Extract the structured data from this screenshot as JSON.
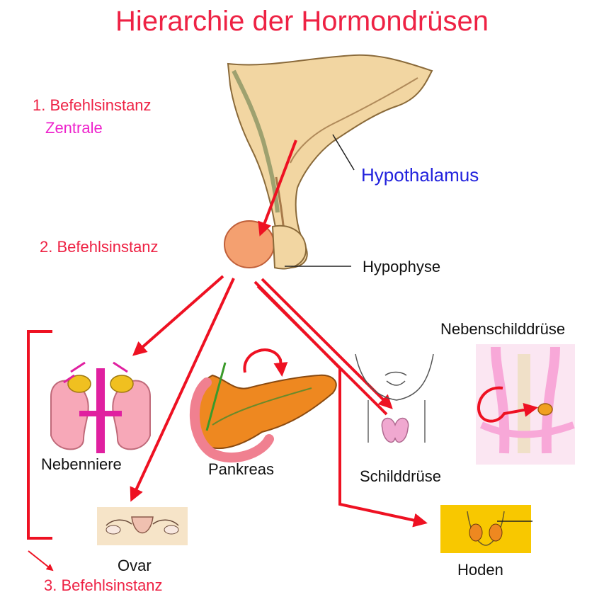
{
  "title": "Hierarchie der Hormondrüsen",
  "levels": {
    "first": "1. Befehlsinstanz",
    "first_sub": "Zentrale",
    "second": "2. Befehlsinstanz",
    "third": "3. Befehlsinstanz"
  },
  "organs": {
    "hypothalamus": "Hypothalamus",
    "hypophyse": "Hypophyse",
    "nebenniere": "Nebenniere",
    "pankreas": "Pankreas",
    "schilddruese": "Schilddrüse",
    "nebenschilddruese": "Nebenschilddrüse",
    "ovar": "Ovar",
    "hoden": "Hoden"
  },
  "colors": {
    "title": "#ee2244",
    "instanz": "#ee2244",
    "zentrale": "#ee22cc",
    "hypothalamus": "#2222dd",
    "organ_text": "#111111",
    "arrow": "#ee1122",
    "brain_fill": "#f2d6a2",
    "hypophyse_fill": "#f4a070",
    "adrenal_fill": "#f7a8b8",
    "adrenal_gland": "#f0c020",
    "vessel": "#e020a0",
    "pancreas_fill": "#ee8820",
    "duodenum_fill": "#f08090",
    "thyroid_fill": "#f0a8d0",
    "parathyroid_fill": "#f8c0e0",
    "ovary_bg": "#f6e4c8",
    "hoden_bg": "#f8c800"
  }
}
